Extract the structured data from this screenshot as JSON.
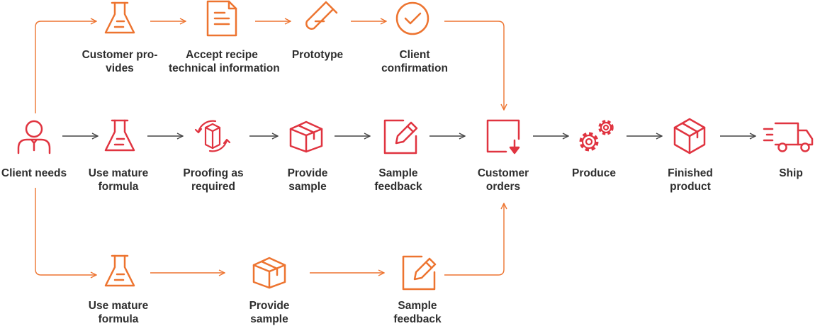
{
  "colors": {
    "orange": "#ED7430",
    "red": "#E03440",
    "arrow_dark": "#444444",
    "text": "#2e2e2e"
  },
  "top_row": [
    {
      "icon": "flask-icon",
      "label": "Customer pro-\nvides"
    },
    {
      "icon": "document-icon",
      "label": "Accept recipe\ntechnical information"
    },
    {
      "icon": "test-tube-icon",
      "label": "Prototype"
    },
    {
      "icon": "check-circle-icon",
      "label": "Client\nconfirmation"
    }
  ],
  "middle_row": [
    {
      "icon": "user-icon",
      "label": "Client needs"
    },
    {
      "icon": "flask-icon",
      "label": "Use mature\nformula"
    },
    {
      "icon": "box-cycle-icon",
      "label": "Proofing as\nrequired"
    },
    {
      "icon": "box-icon",
      "label": "Provide\nsample"
    },
    {
      "icon": "edit-icon",
      "label": "Sample\nfeedback"
    },
    {
      "icon": "order-download-icon",
      "label": "Customer\norders"
    },
    {
      "icon": "gears-icon",
      "label": "Produce"
    },
    {
      "icon": "package-icon",
      "label": "Finished\nproduct"
    },
    {
      "icon": "truck-icon",
      "label": "Ship"
    }
  ],
  "bottom_row": [
    {
      "icon": "flask-icon",
      "label": "Use mature\nformula"
    },
    {
      "icon": "box-icon",
      "label": "Provide\nsample"
    },
    {
      "icon": "edit-icon",
      "label": "Sample\nfeedback"
    }
  ]
}
